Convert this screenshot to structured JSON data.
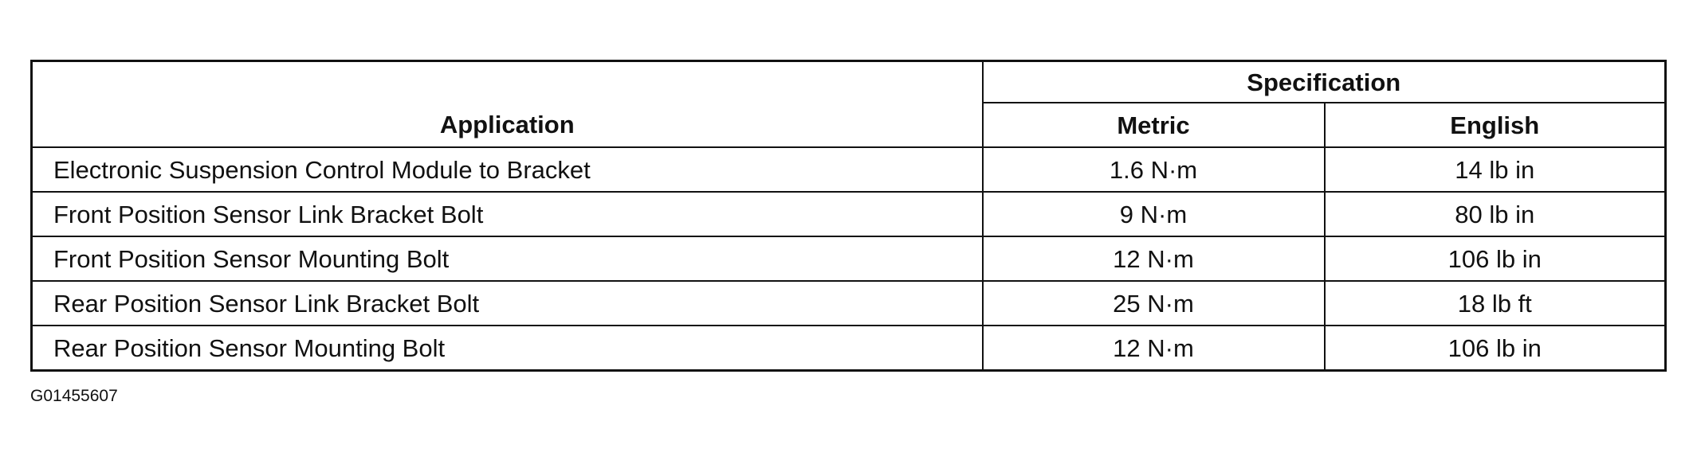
{
  "table": {
    "header": {
      "application": "Application",
      "specification": "Specification",
      "metric": "Metric",
      "english": "English"
    },
    "rows": [
      {
        "application": "Electronic Suspension Control Module to Bracket",
        "metric": "1.6 N·m",
        "english": "14 lb in"
      },
      {
        "application": "Front Position Sensor Link Bracket Bolt",
        "metric": "9 N·m",
        "english": "80 lb in"
      },
      {
        "application": "Front Position Sensor Mounting Bolt",
        "metric": "12 N·m",
        "english": "106 lb in"
      },
      {
        "application": "Rear Position Sensor Link Bracket Bolt",
        "metric": "25 N·m",
        "english": "18 lb ft"
      },
      {
        "application": "Rear Position Sensor Mounting Bolt",
        "metric": "12 N·m",
        "english": "106 lb in"
      }
    ]
  },
  "figure_id": "G01455607"
}
